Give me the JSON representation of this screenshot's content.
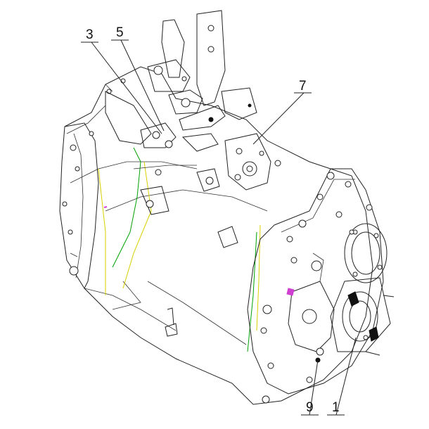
{
  "figure": {
    "callouts": [
      {
        "id": "3",
        "text": "3"
      },
      {
        "id": "5",
        "text": "5"
      },
      {
        "id": "7",
        "text": "7"
      },
      {
        "id": "9",
        "text": "9"
      },
      {
        "id": "1",
        "text": "1"
      }
    ]
  },
  "colors": {
    "line": "#222222",
    "highlight_yellow": "#d8d000",
    "highlight_magenta": "#d040d0",
    "highlight_green": "#00a000"
  }
}
